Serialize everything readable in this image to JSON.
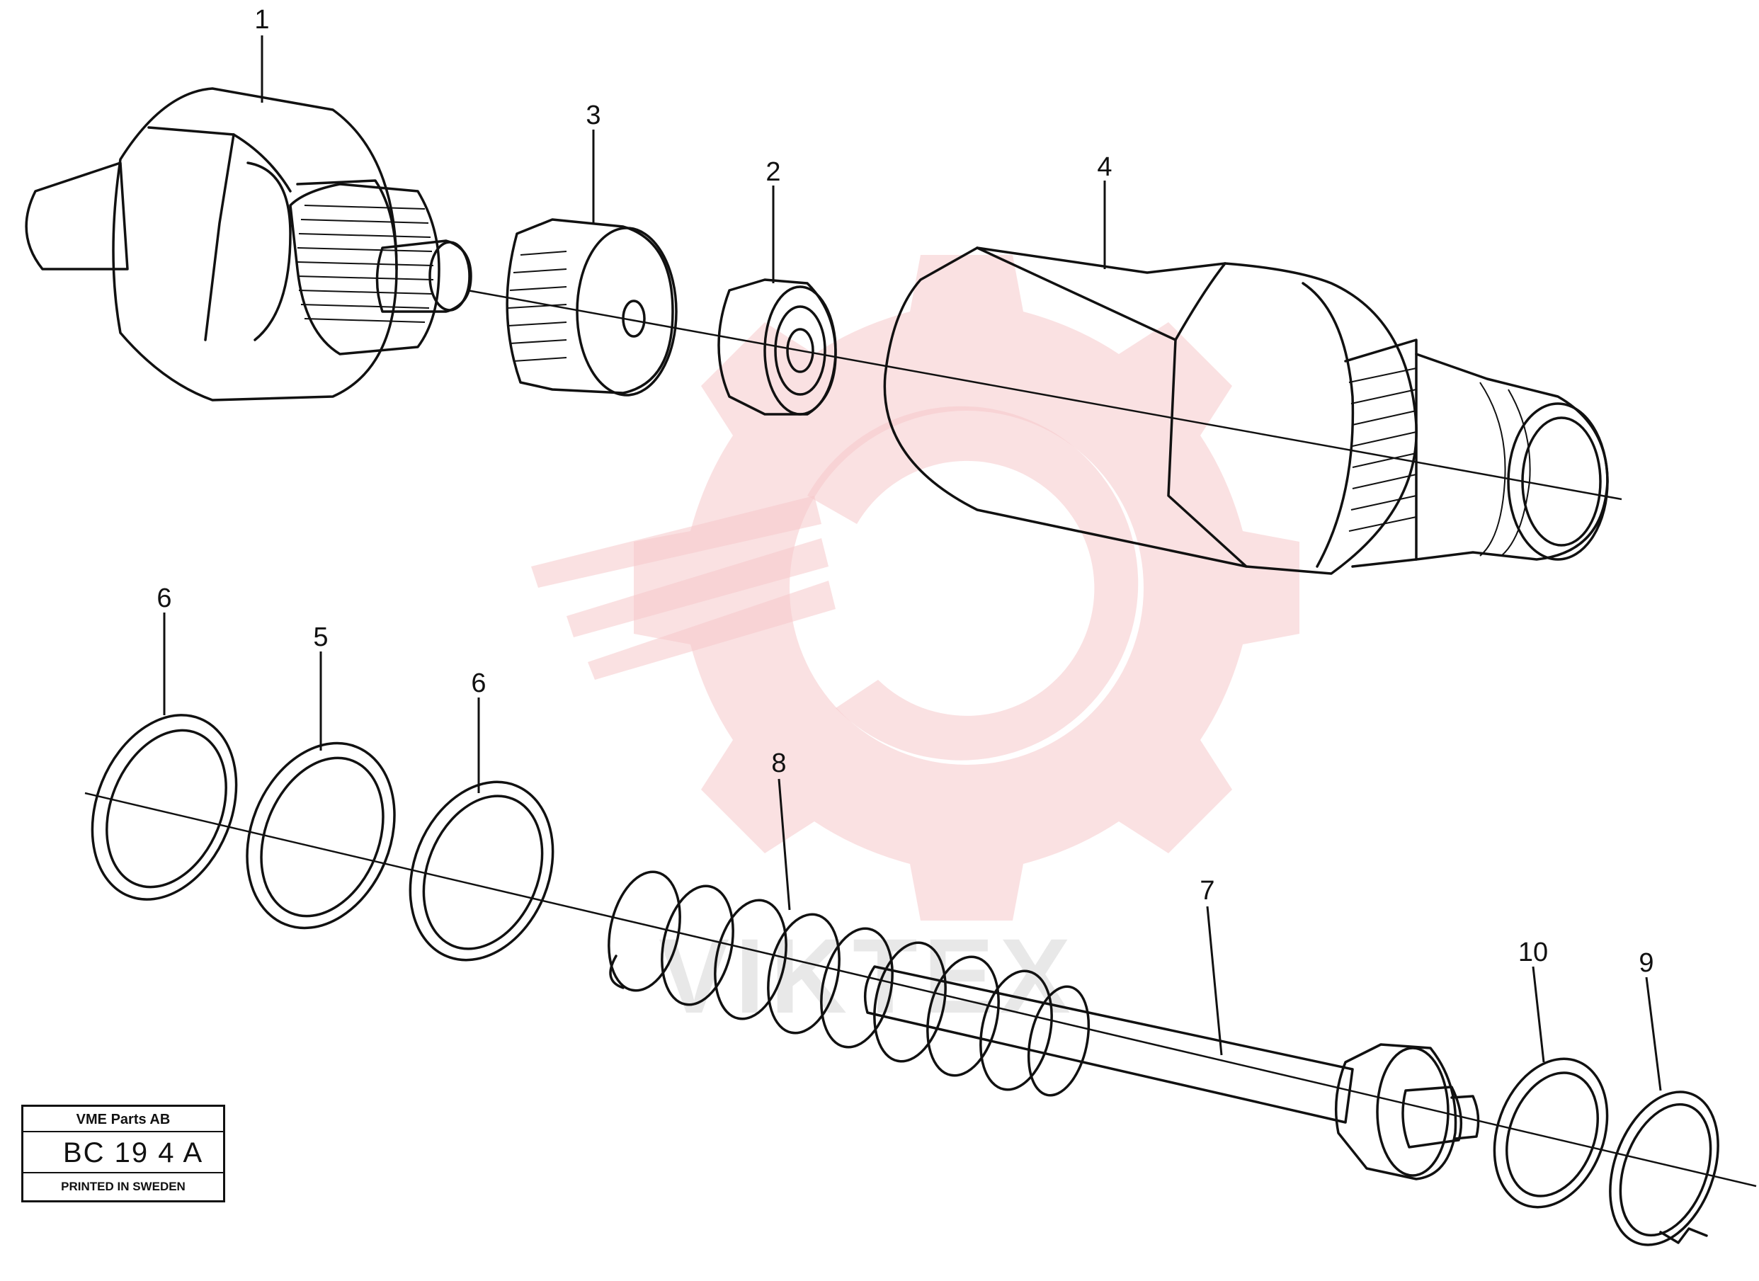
{
  "callouts": [
    {
      "id": "1",
      "label": "1"
    },
    {
      "id": "2",
      "label": "2"
    },
    {
      "id": "3",
      "label": "3"
    },
    {
      "id": "4",
      "label": "4"
    },
    {
      "id": "5",
      "label": "5"
    },
    {
      "id": "6a",
      "label": "6"
    },
    {
      "id": "6b",
      "label": "6"
    },
    {
      "id": "7",
      "label": "7"
    },
    {
      "id": "8",
      "label": "8"
    },
    {
      "id": "9",
      "label": "9"
    },
    {
      "id": "10",
      "label": "10"
    }
  ],
  "label_block": {
    "company": "VME Parts AB",
    "code": "BC 19 4 A",
    "printed": "PRINTED IN SWEDEN"
  },
  "watermark": {
    "text": "VIKTEX",
    "color": "#f6c9cb"
  }
}
